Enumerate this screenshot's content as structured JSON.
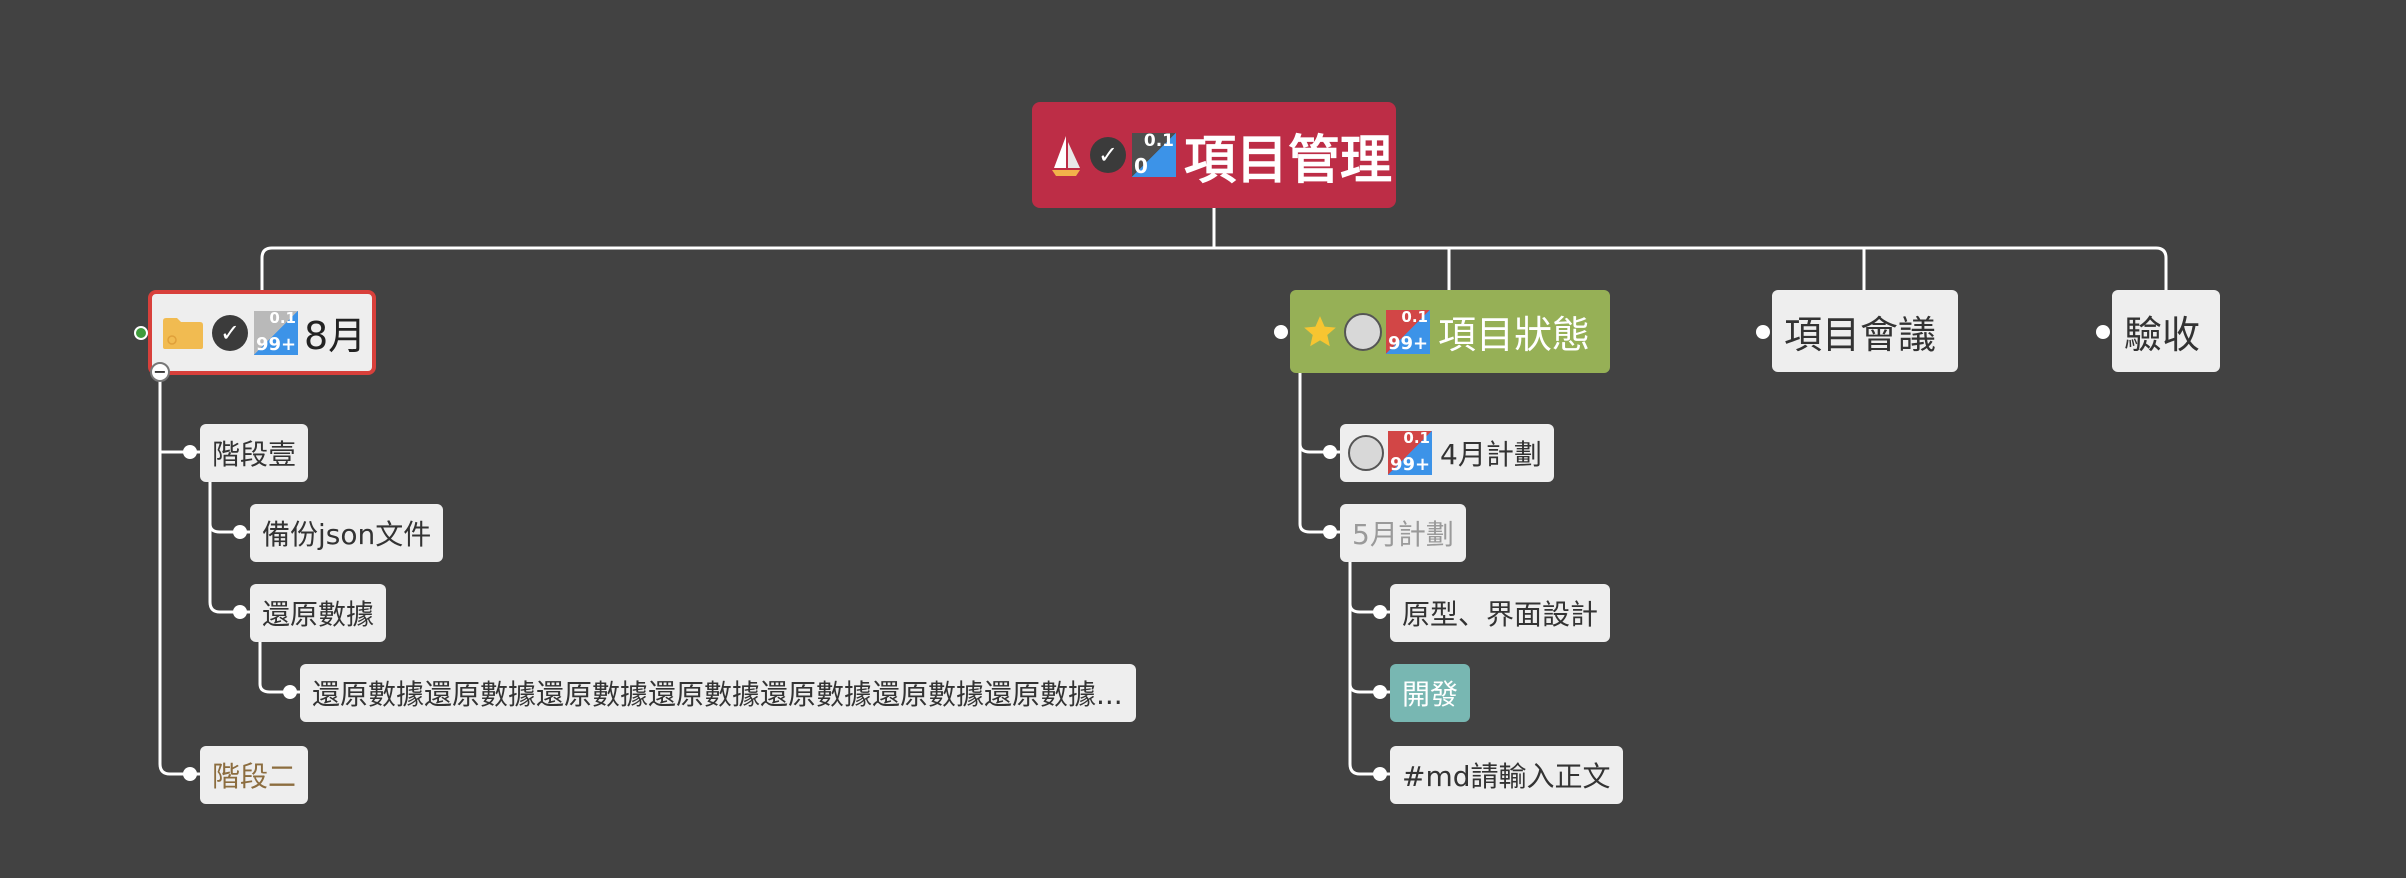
{
  "mindmap": {
    "root": {
      "label": "項目管理",
      "badge_top": "0.1",
      "badge_bottom": "0"
    },
    "august": {
      "label": "8月",
      "badge_top": "0.1",
      "badge_bottom": "99+",
      "children": {
        "stage1": "階段壹",
        "backup_json": "備份json文件",
        "restore_data": "還原數據",
        "restore_long": "還原數據還原數據還原數據還原數據還原數據還原數據還原數據...",
        "stage2": "階段二"
      }
    },
    "project_status": {
      "label": "項目狀態",
      "badge_top": "0.1",
      "badge_bottom": "99+",
      "children": {
        "april_plan": "4月計劃",
        "april_badge_top": "0.1",
        "april_badge_bottom": "99+",
        "may_plan": "5月計劃",
        "prototype": "原型、界面設計",
        "develop": "開發",
        "markdown": "#md請輸入正文"
      }
    },
    "project_meeting": {
      "label": "項目會議"
    },
    "acceptance": {
      "label": "驗收"
    },
    "colors": {
      "background": "#424242",
      "root": "#bd2d46",
      "status": "#96b056",
      "develop": "#78b7b2",
      "selected_border": "#d8403b",
      "node": "#eeeeee"
    },
    "icons": [
      "sailboat-icon",
      "check-circle-icon",
      "progress-badge-icon",
      "folder-icon",
      "star-icon",
      "empty-circle-icon",
      "collapse-icon"
    ]
  }
}
